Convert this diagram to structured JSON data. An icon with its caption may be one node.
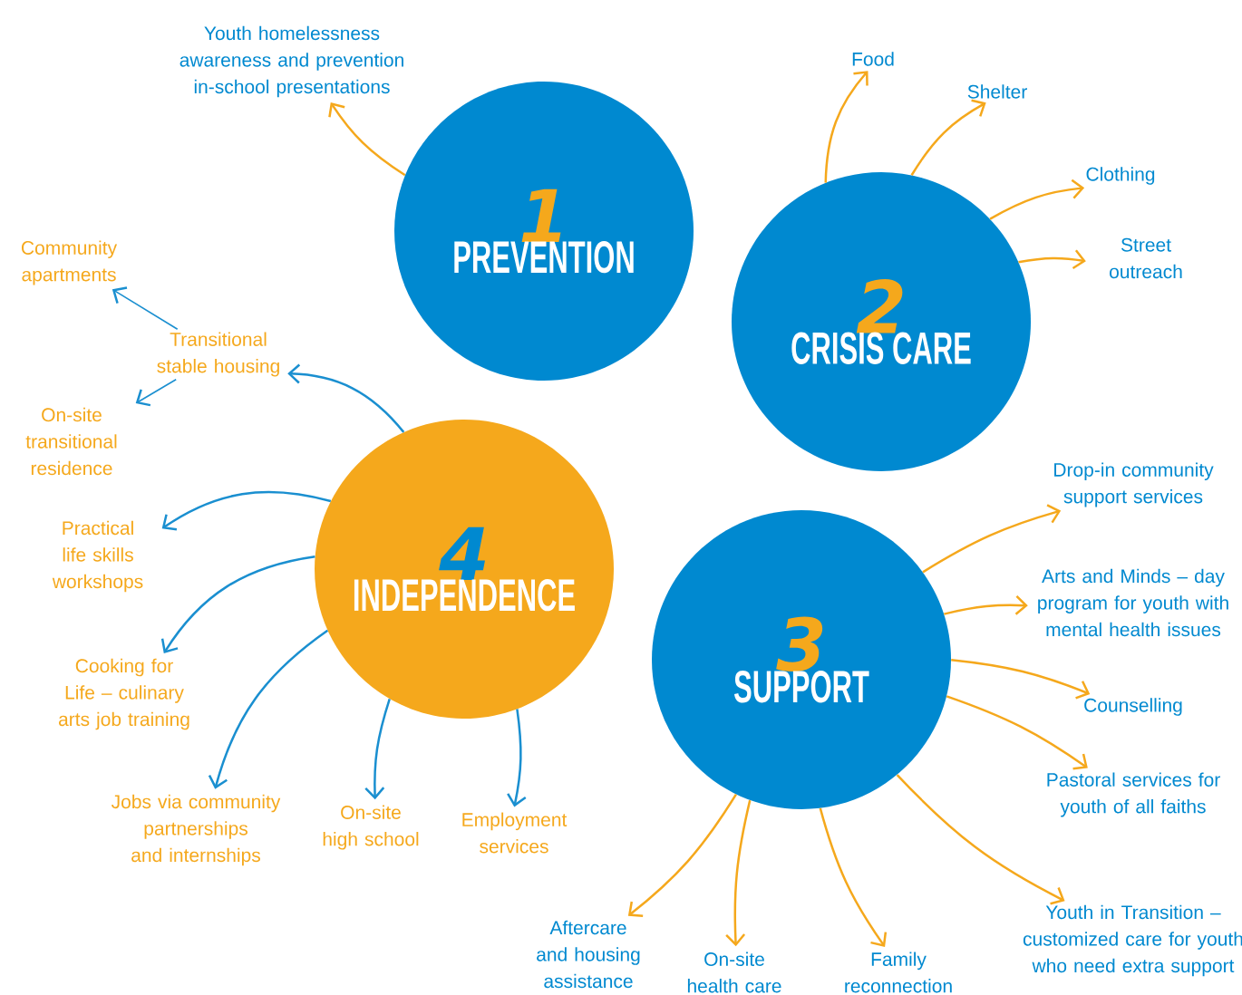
{
  "diagram": {
    "nodes": [
      {
        "text": [
          "1",
          "PREVENTION"
        ]
      },
      {
        "text": [
          "2",
          "CRISIS CARE"
        ]
      },
      {
        "text": [
          "3",
          "SUPPORT"
        ]
      },
      {
        "text": [
          "4",
          "INDEPENDENCE"
        ]
      },
      {
        "text": [
          "Youth homelessness awareness and prevention in-school presentations"
        ]
      },
      {
        "text": [
          "Food"
        ]
      },
      {
        "text": [
          "Shelter"
        ]
      },
      {
        "text": [
          "Clothing"
        ]
      },
      {
        "text": [
          "Street outreach"
        ]
      },
      {
        "text": [
          "Drop-in community support services"
        ]
      },
      {
        "text": [
          "Arts and Minds – day program for youth with mental health issues"
        ]
      },
      {
        "text": [
          "Counselling"
        ]
      },
      {
        "text": [
          "Pastoral services for youth of all faiths"
        ]
      },
      {
        "text": [
          "Youth in Transition – customized care for youth who need extra support"
        ]
      },
      {
        "text": [
          "Aftercare and housing assistance"
        ]
      },
      {
        "text": [
          "On-site health care"
        ]
      },
      {
        "text": [
          "Family reconnection"
        ]
      },
      {
        "text": [
          "Community apartments"
        ]
      },
      {
        "text": [
          "Transitional stable housing"
        ]
      },
      {
        "text": [
          "On-site transitional residence"
        ]
      },
      {
        "text": [
          "Practical life skills workshops"
        ]
      },
      {
        "text": [
          "Cooking for Life – culinary arts job training"
        ]
      },
      {
        "text": [
          "Jobs via community partnerships and internships"
        ]
      },
      {
        "text": [
          "On-site high school"
        ]
      },
      {
        "text": [
          "Employment services"
        ]
      }
    ],
    "edges": [
      {
        "from": 0,
        "to": 4,
        "arrow": "to"
      },
      {
        "from": 1,
        "to": 5,
        "arrow": "to"
      },
      {
        "from": 1,
        "to": 6,
        "arrow": "to"
      },
      {
        "from": 1,
        "to": 7,
        "arrow": "to"
      },
      {
        "from": 1,
        "to": 8,
        "arrow": "to"
      },
      {
        "from": 2,
        "to": 9,
        "arrow": "to"
      },
      {
        "from": 2,
        "to": 10,
        "arrow": "to"
      },
      {
        "from": 2,
        "to": 11,
        "arrow": "to"
      },
      {
        "from": 2,
        "to": 12,
        "arrow": "to"
      },
      {
        "from": 2,
        "to": 13,
        "arrow": "to"
      },
      {
        "from": 2,
        "to": 14,
        "arrow": "to"
      },
      {
        "from": 2,
        "to": 15,
        "arrow": "to"
      },
      {
        "from": 2,
        "to": 16,
        "arrow": "to"
      },
      {
        "from": 3,
        "to": 18,
        "arrow": "to",
        "color": "#1a8fd0"
      },
      {
        "from": 18,
        "to": 17,
        "arrow": "to",
        "color": "#1a8fd0"
      },
      {
        "from": 18,
        "to": 19,
        "arrow": "to",
        "color": "#1a8fd0"
      },
      {
        "from": 3,
        "to": 20,
        "arrow": "to",
        "color": "#1a8fd0"
      },
      {
        "from": 3,
        "to": 21,
        "arrow": "to",
        "color": "#1a8fd0"
      },
      {
        "from": 3,
        "to": 22,
        "arrow": "to",
        "color": "#1a8fd0"
      },
      {
        "from": 3,
        "to": 23,
        "arrow": "to",
        "color": "#1a8fd0"
      },
      {
        "from": 3,
        "to": 24,
        "arrow": "to",
        "color": "#1a8fd0"
      }
    ]
  }
}
